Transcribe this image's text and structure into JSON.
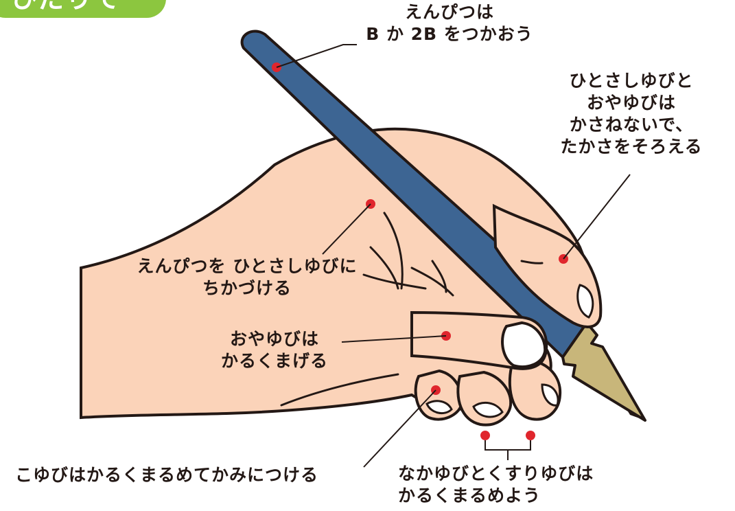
{
  "badge": {
    "text": "ひだりて"
  },
  "labels": {
    "pencil_type": [
      "えんぴつは",
      "B か 2B をつかおう"
    ],
    "index_thumb": [
      "ひとさしゆびと",
      "おやゆびは",
      "かさねないで、",
      "たかさをそろえる"
    ],
    "pencil_near_index": [
      "えんぴつを ひとさしゆびに",
      "ちかづける"
    ],
    "thumb_bend": [
      "おやゆびは",
      "かるくまげる"
    ],
    "pinky": [
      "こゆびはかるくまるめてかみにつける"
    ],
    "middle_ring": [
      "なかゆびとくすりゆびは",
      "かるくまるめよう"
    ]
  },
  "colors": {
    "skin": "#fbd3b9",
    "outline": "#231815",
    "pencil_body": "#3d6593",
    "pencil_wood": "#c8b67a",
    "dot": "#e0262d",
    "badge": "#8cc63f",
    "nail": "#ffffff"
  }
}
